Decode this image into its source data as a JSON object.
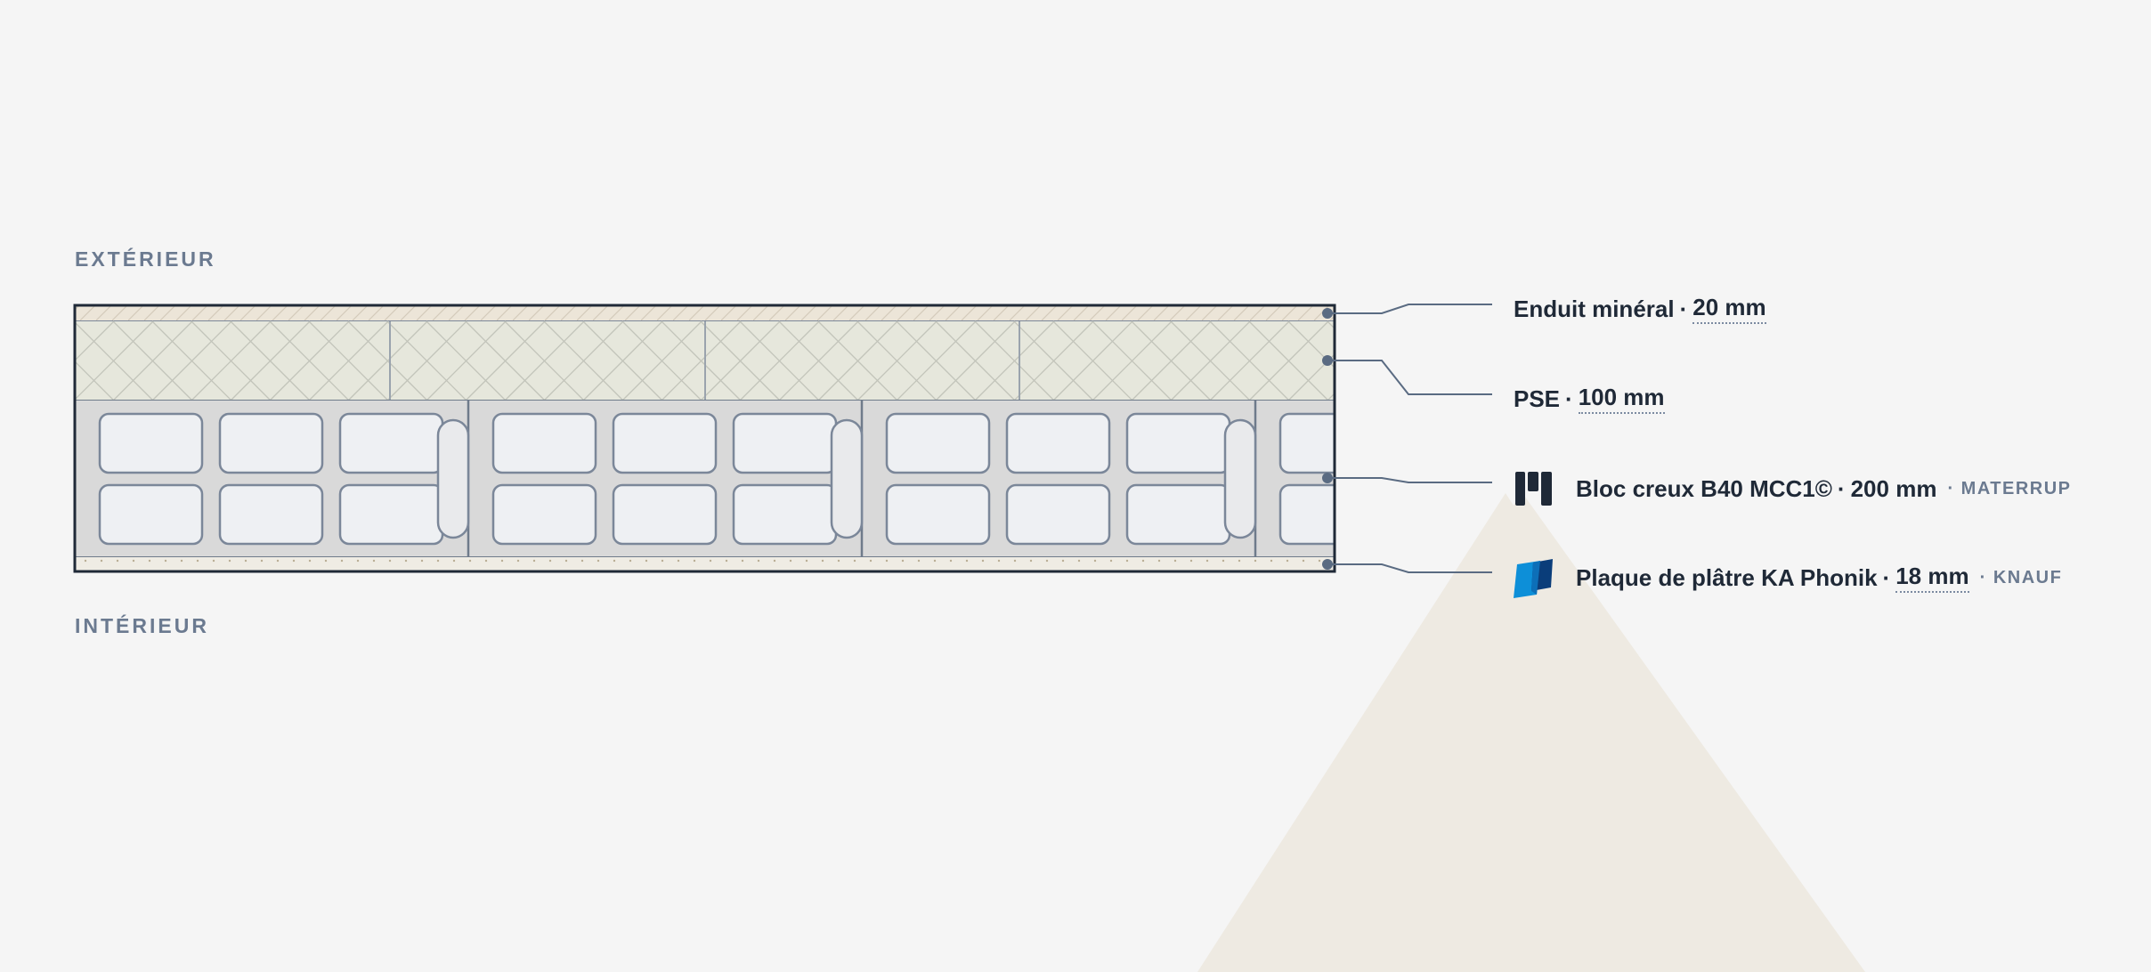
{
  "sides": {
    "exterior": "EXTÉRIEUR",
    "interior": "INTÉRIEUR"
  },
  "layers": [
    {
      "name": "Enduit minéral",
      "thickness": "20 mm",
      "brand": "",
      "logo": "",
      "color": "#ece5d8"
    },
    {
      "name": "PSE",
      "thickness": "100 mm",
      "brand": "",
      "logo": "",
      "color": "#e6e7dc"
    },
    {
      "name": "Bloc creux B40 MCC1©",
      "thickness": "200 mm",
      "brand": "· MATERRUP",
      "logo": "materrup-logo-icon",
      "color": "#d9d9d9"
    },
    {
      "name": "Plaque de plâtre KA Phonik",
      "thickness": "18 mm",
      "brand": "· KNAUF",
      "logo": "knauf-logo-icon",
      "color": "#efece4"
    }
  ],
  "colors": {
    "outline": "#1f2937",
    "leader": "#5a6b82",
    "cavity_fill": "#eef0f3",
    "cavity_stroke": "#7b8799",
    "decor_triangle": "#eeeae2",
    "knauf_blue": "#0d8fd8",
    "knauf_navy": "#0a3d7a"
  },
  "separator": "·"
}
